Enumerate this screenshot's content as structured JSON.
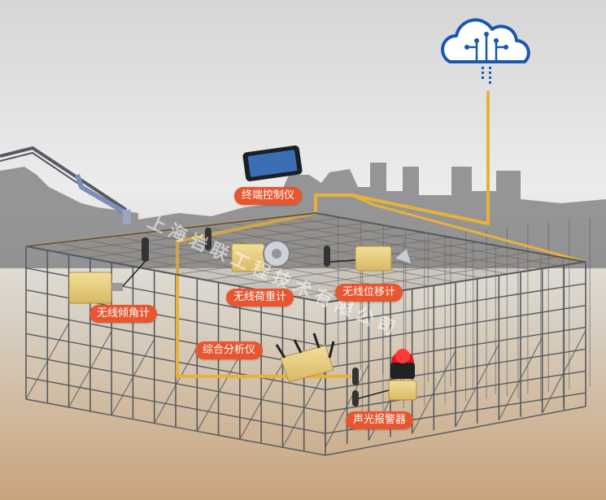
{
  "labels": {
    "terminal": "终端控制仪",
    "tilt": "无线倾角计",
    "load": "无线荷重计",
    "displacement": "无线位移计",
    "analyzer": "综合分析仪",
    "alarm": "声光报警器"
  },
  "watermark": "上海岩联工程技术有限公司",
  "colors": {
    "sky_top": "#d9d9d9",
    "ground": "#c9a57f",
    "scaffold": "#555a60",
    "cable": "#e8b23a",
    "label_bg": "#e8552f",
    "cloud": "#1a58b0",
    "device": "#e9cf7e",
    "beacon": "#e01818"
  },
  "icons": {
    "cloud": "cloud-network-icon",
    "tablet": "tablet-icon",
    "alarm": "siren-icon"
  }
}
